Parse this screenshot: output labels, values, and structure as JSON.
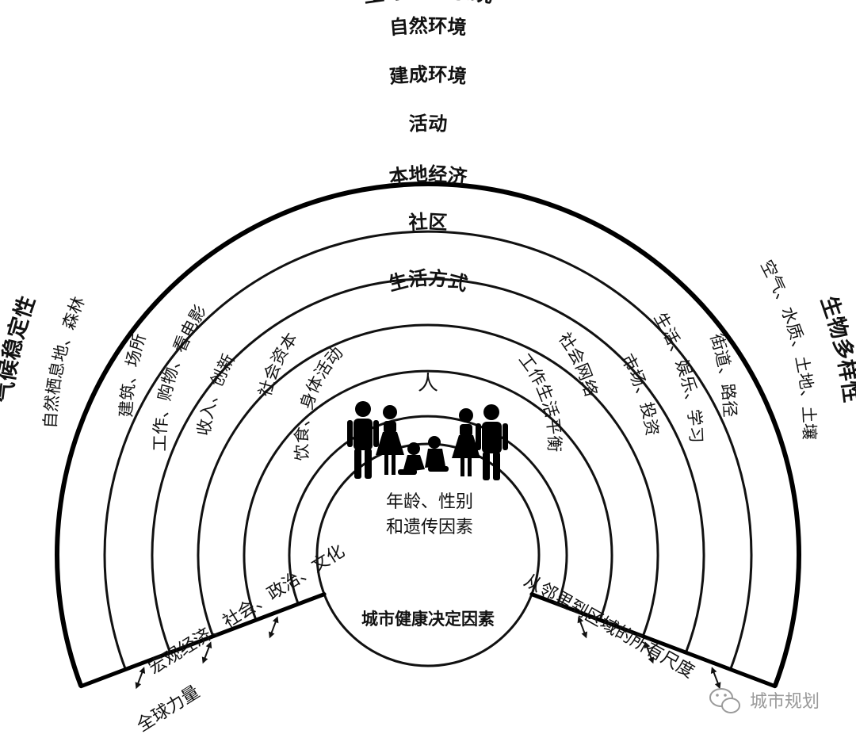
{
  "title": "全球生态系统",
  "left_outer_label": "气候稳定性",
  "right_outer_label": "生物多样性",
  "rings": [
    {
      "name": "自然环境",
      "left": "自然栖息地、森林",
      "right": "空气、水质、土地、土壤"
    },
    {
      "name": "建成环境",
      "left": "建筑、场所",
      "right": "街道、路径"
    },
    {
      "name": "活动",
      "left": "工作、购物、看电影",
      "right": "生活、娱乐、学习"
    },
    {
      "name": "本地经济",
      "left": "收入、创新",
      "right": "市场、投资"
    },
    {
      "name": "社区",
      "left": "社会资本",
      "right": "社会网络"
    },
    {
      "name": "生活方式",
      "left": "饮食、身体活动",
      "right": "工作生活平衡"
    }
  ],
  "center": {
    "title": "人",
    "line1": "年龄、性别",
    "line2": "和遗传因素"
  },
  "bottom": {
    "left_line1": "宏观经济、社会、政治、文化",
    "left_line2": "全球力量",
    "center": "城市健康决定因素",
    "right": "从邻里到区域的所有尺度"
  },
  "watermark": {
    "icon": "wechat-icon",
    "text": "城市规划"
  },
  "colors": {
    "ink": "#111111",
    "background": "#ffffff",
    "watermark": "#9a9a9a"
  }
}
